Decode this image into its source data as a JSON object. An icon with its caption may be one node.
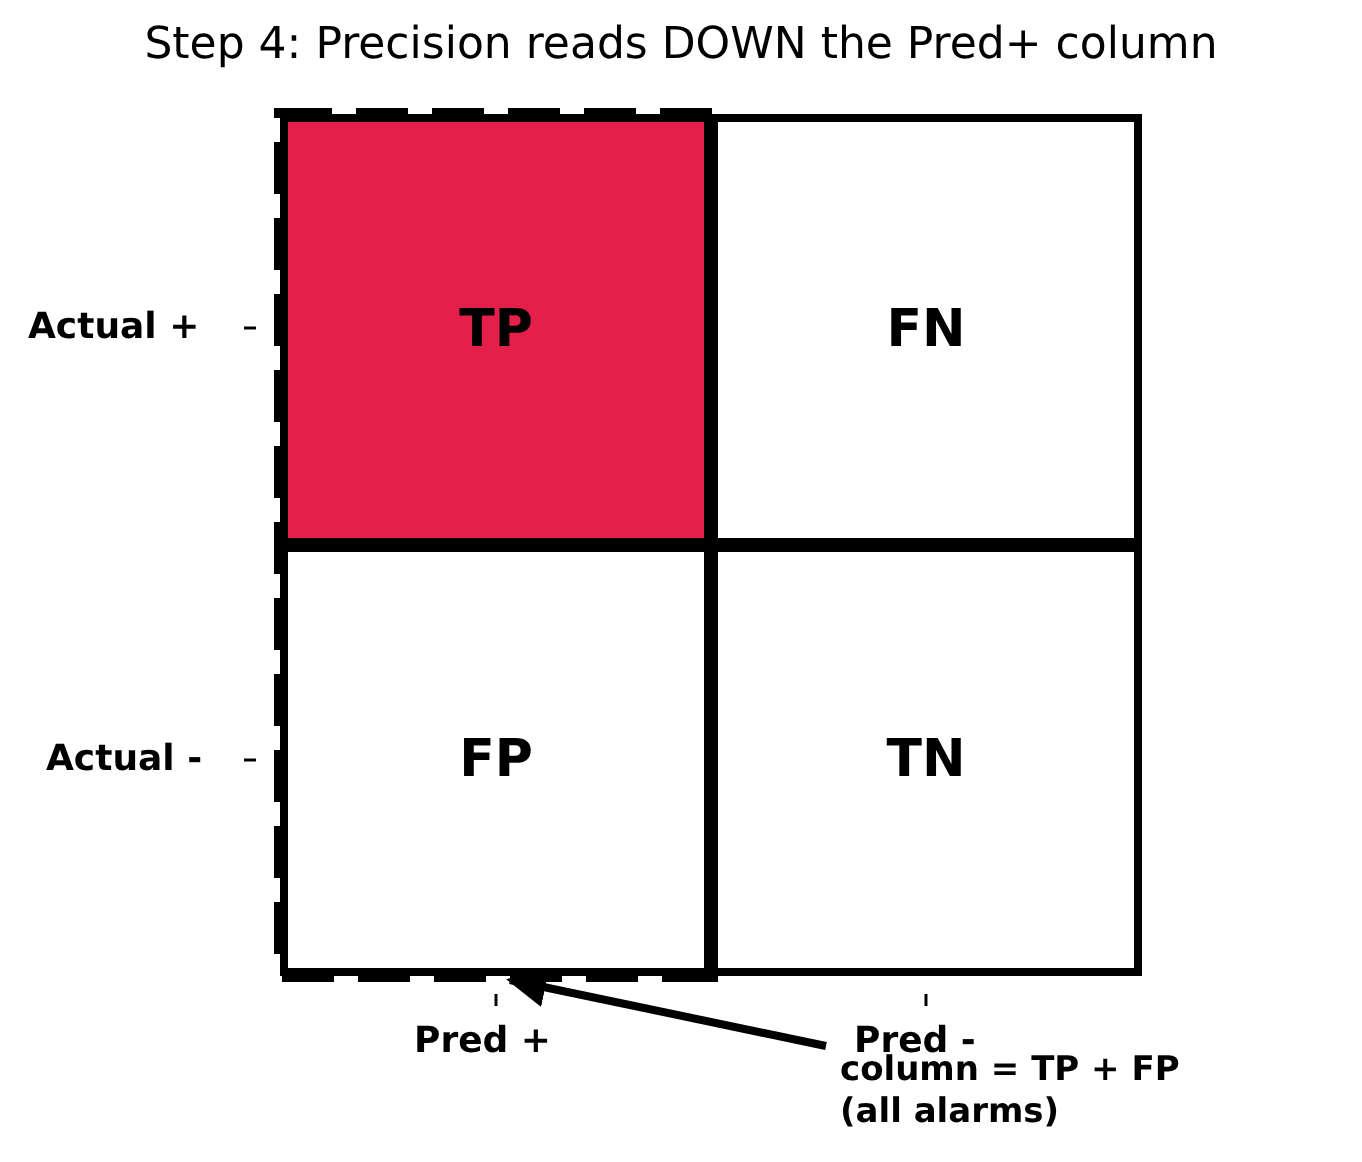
{
  "diagram": {
    "title": "Step 4: Precision reads DOWN the Pred+ column",
    "nodes": [
      {
        "text": [],
        "shape": "box"
      },
      {
        "text": [
          "TP"
        ],
        "in": 0
      },
      {
        "text": [
          "FN"
        ]
      },
      {
        "text": [
          "FP"
        ],
        "in": 0
      },
      {
        "text": [
          "TN"
        ]
      },
      {
        "text": [
          "column = TP + FP (all alarms)"
        ]
      }
    ],
    "edges": [
      {
        "from": 5,
        "to": 0,
        "arrow": "to"
      }
    ],
    "labels": [
      "Actual +",
      "Actual -",
      "Pred +",
      "Pred -"
    ]
  }
}
